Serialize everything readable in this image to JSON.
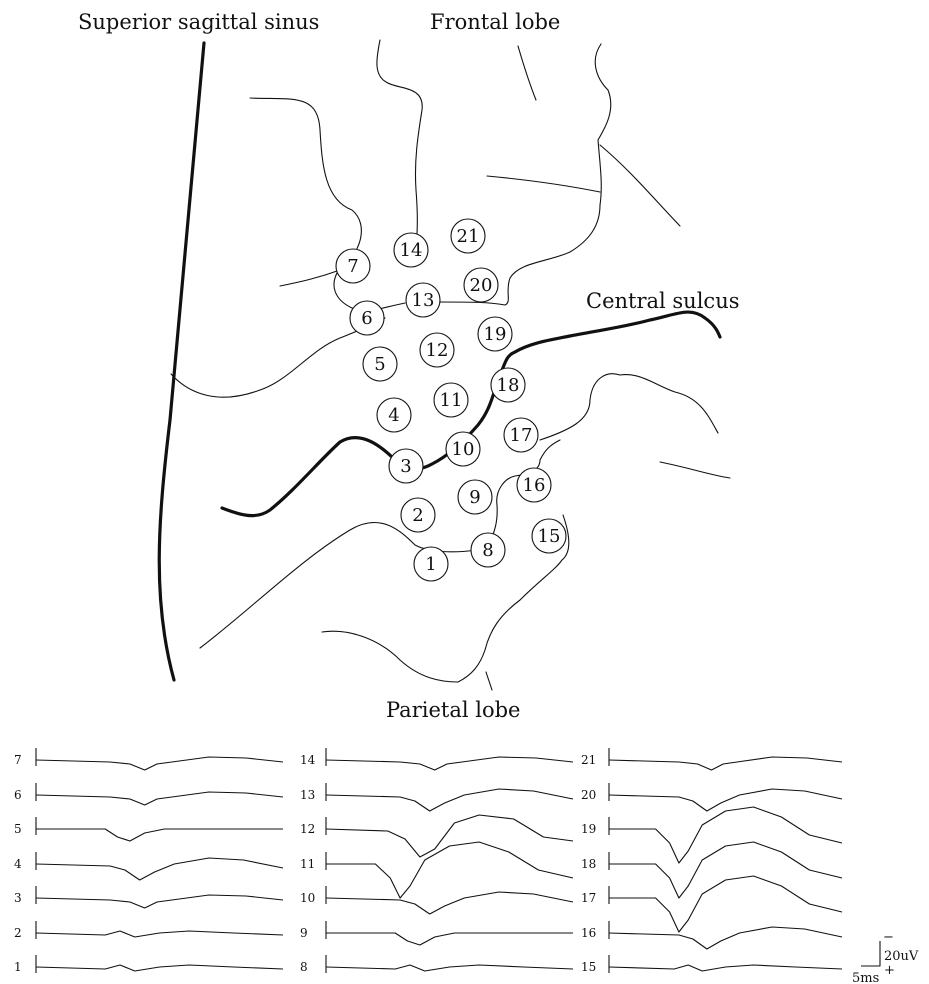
{
  "labels": {
    "superior_sagittal_sinus": "Superior sagittal sinus",
    "frontal_lobe": "Frontal lobe",
    "central_sulcus": "Central sulcus",
    "parietal_lobe": "Parietal lobe"
  },
  "electrodes": [
    "1",
    "2",
    "3",
    "4",
    "5",
    "6",
    "7",
    "8",
    "9",
    "10",
    "11",
    "12",
    "13",
    "14",
    "15",
    "16",
    "17",
    "18",
    "19",
    "20",
    "21"
  ],
  "trace_columns": [
    [
      "7",
      "6",
      "5",
      "4",
      "3",
      "2",
      "1"
    ],
    [
      "14",
      "13",
      "12",
      "11",
      "10",
      "9",
      "8"
    ],
    [
      "21",
      "20",
      "19",
      "18",
      "17",
      "16",
      "15"
    ]
  ],
  "scale_bar": {
    "amplitude": "20uV",
    "time": "5ms",
    "minus": "−",
    "plus": "+"
  }
}
